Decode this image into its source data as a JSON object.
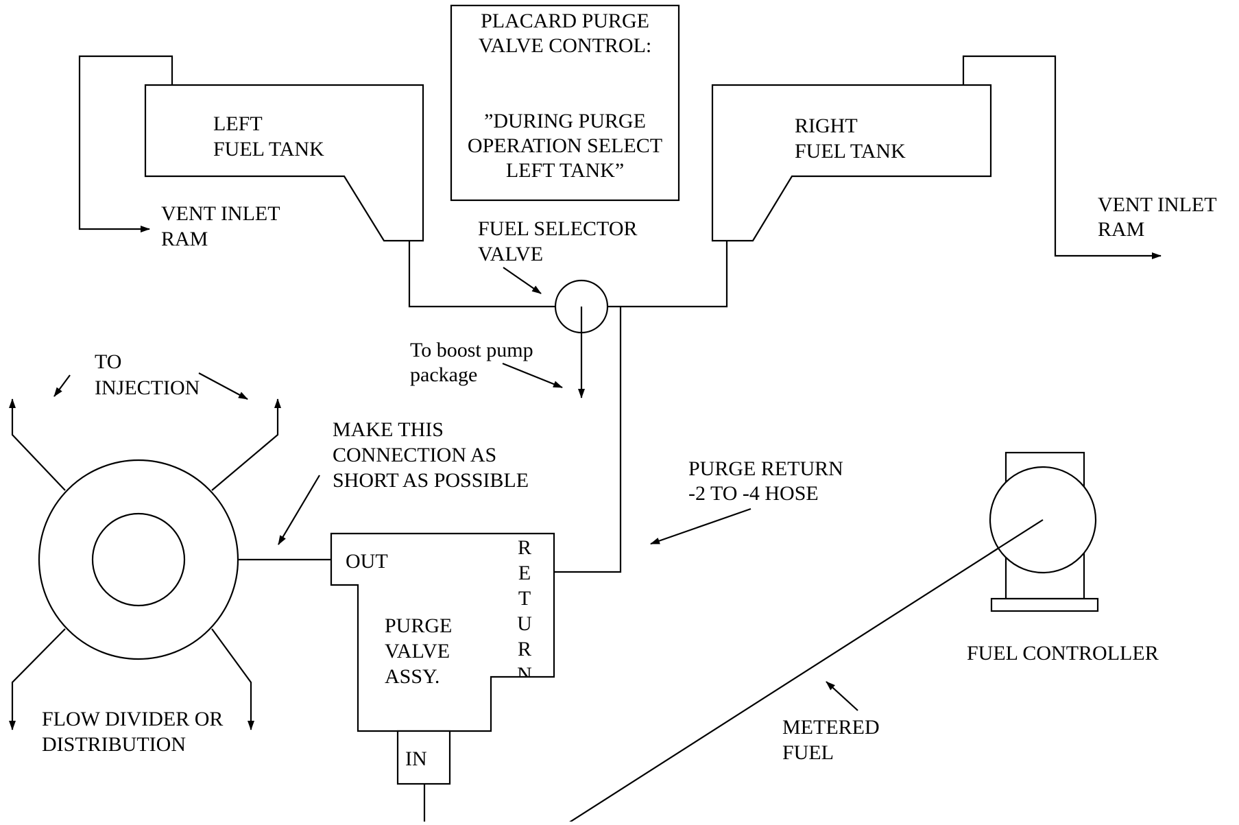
{
  "placard": {
    "lines": [
      "PLACARD PURGE",
      "VALVE CONTROL:",
      "”DURING PURGE",
      "OPERATION SELECT",
      "LEFT TANK”"
    ]
  },
  "left_tank": {
    "lines": [
      "LEFT",
      "FUEL TANK"
    ]
  },
  "right_tank": {
    "lines": [
      "RIGHT",
      "FUEL TANK"
    ]
  },
  "vent_left": {
    "lines": [
      "VENT INLET",
      "RAM"
    ]
  },
  "vent_right": {
    "lines": [
      "VENT INLET",
      "RAM"
    ]
  },
  "fuel_selector": {
    "lines": [
      "FUEL SELECTOR",
      "VALVE"
    ]
  },
  "boost_pump": {
    "lines": [
      "To boost pump",
      "package"
    ]
  },
  "injection": {
    "lines": [
      "TO",
      "INJECTION"
    ]
  },
  "make_connection": {
    "lines": [
      "MAKE THIS",
      "CONNECTION AS",
      "SHORT AS POSSIBLE"
    ]
  },
  "purge_return": {
    "lines": [
      "PURGE RETURN",
      "-2 TO -4 HOSE"
    ]
  },
  "purge_valve": {
    "out_label": "OUT",
    "in_label": "IN",
    "return_letters": [
      "R",
      "E",
      "T",
      "U",
      "R",
      "N"
    ],
    "lines": [
      "PURGE",
      "VALVE",
      "ASSY."
    ]
  },
  "flow_divider": {
    "lines": [
      "FLOW DIVIDER OR",
      "DISTRIBUTION"
    ]
  },
  "fuel_controller": {
    "label": "FUEL CONTROLLER"
  },
  "metered_fuel": {
    "lines": [
      "METERED",
      "FUEL"
    ]
  }
}
